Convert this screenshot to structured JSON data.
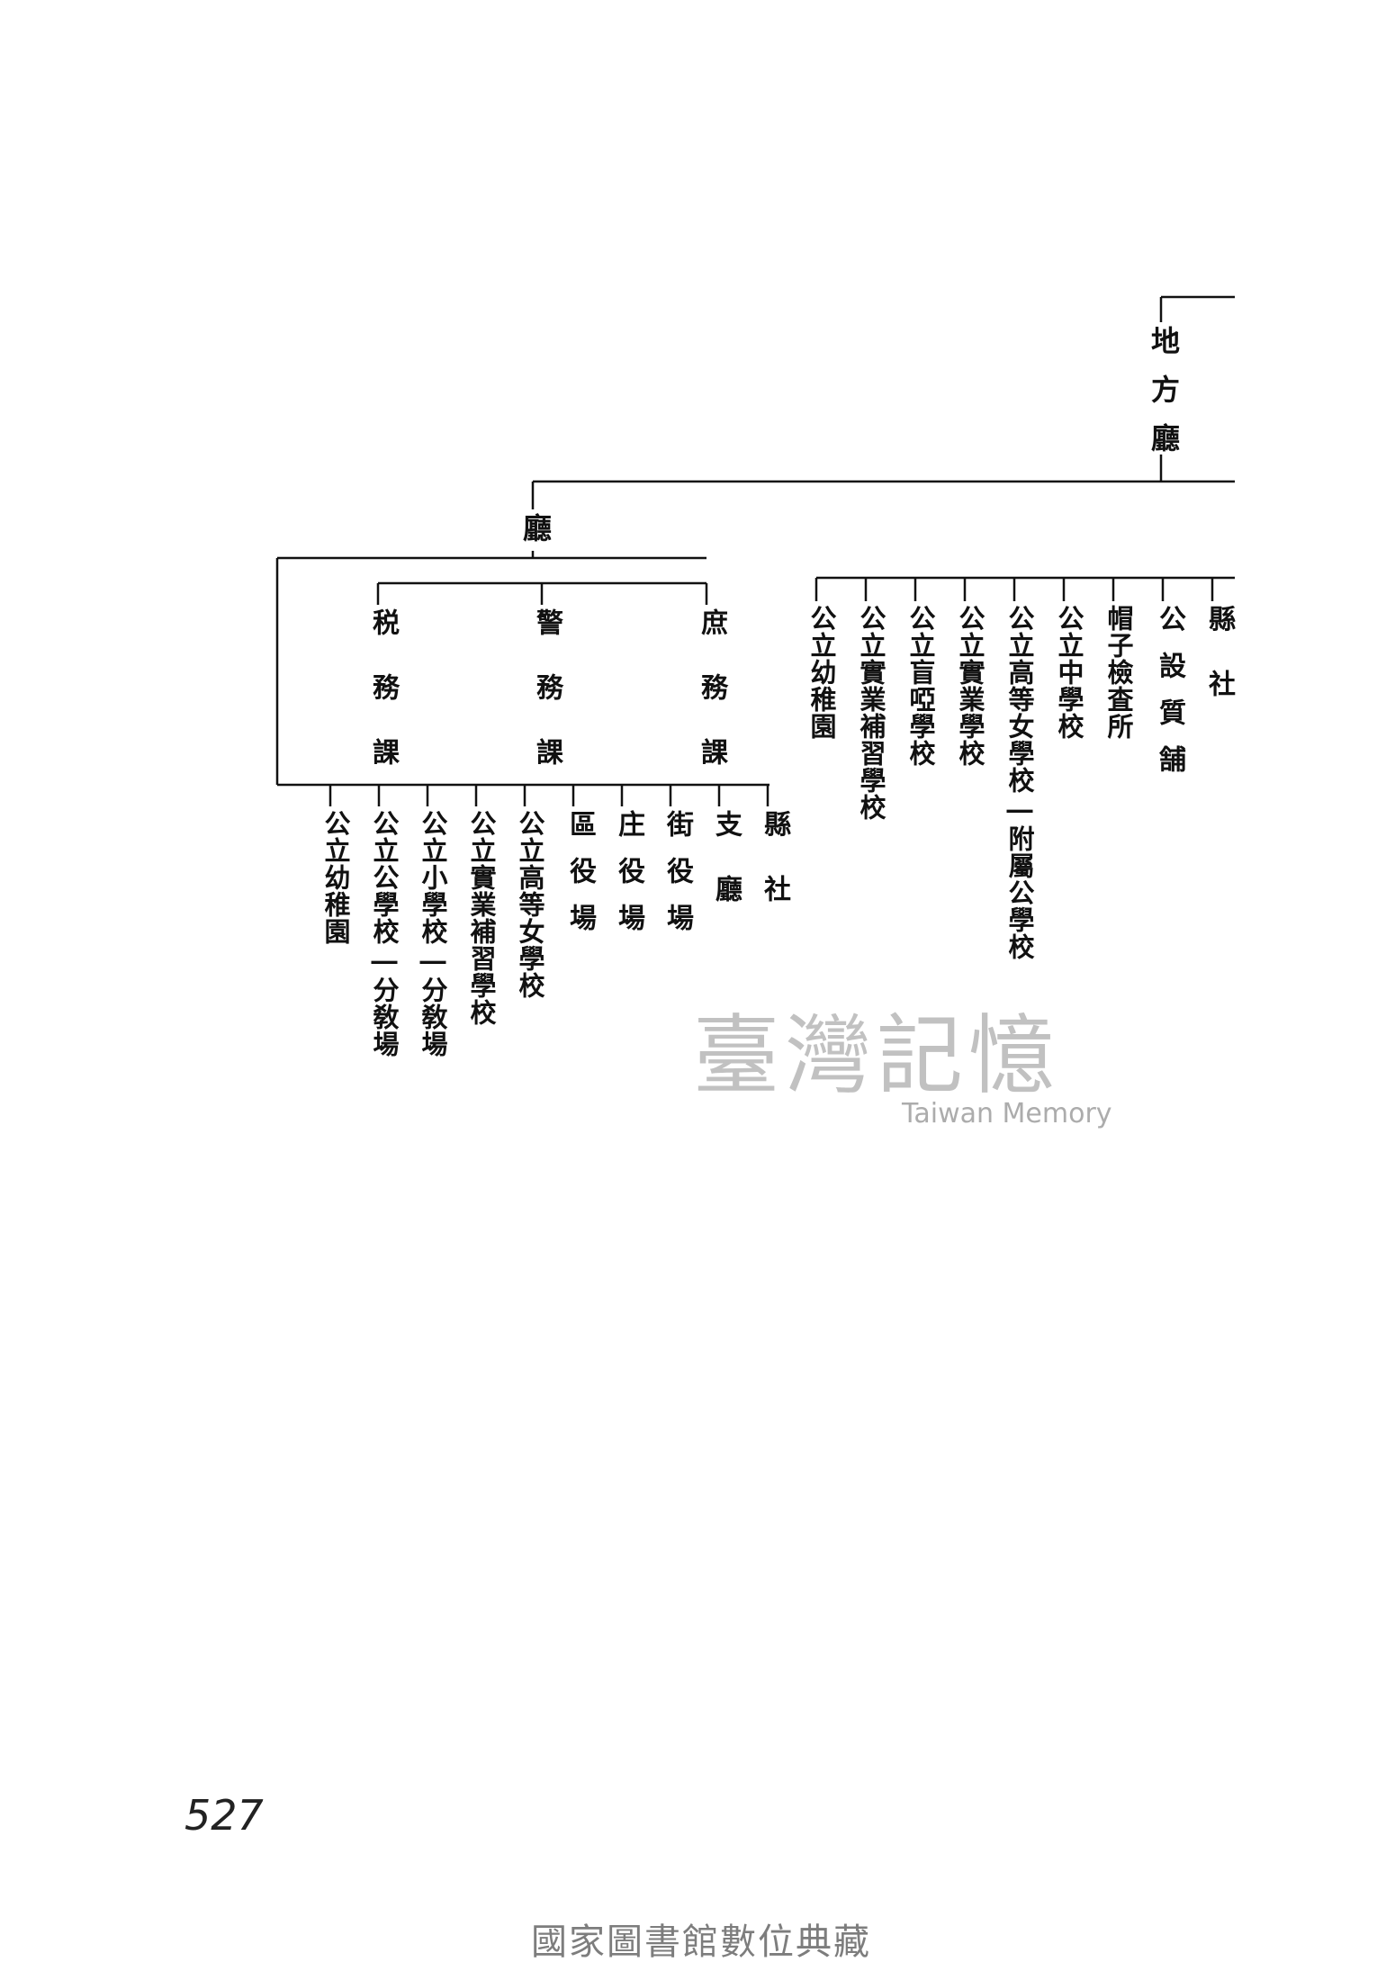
{
  "org": {
    "top": "地方廳",
    "second": "廳",
    "divisions": [
      "庶務課",
      "警務課",
      "税務課"
    ],
    "branch_a": [
      "縣社",
      "公設質舗",
      "帽子檢査所",
      "公立中學校",
      "公立高等女學校―附屬公學校",
      "公立實業學校",
      "公立盲啞學校",
      "公立實業補習學校",
      "公立幼稚園"
    ],
    "branch_b": [
      "縣社",
      "支廳",
      "街役場",
      "庄役場",
      "區役場",
      "公立高等女學校",
      "公立實業補習學校",
      "公立小學校―分敎場",
      "公立公學校―分敎場",
      "公立幼稚園"
    ]
  },
  "watermark": {
    "chinese": "臺灣記憶",
    "english": "Taiwan Memory"
  },
  "page_number": "527",
  "footer": "國家圖書館數位典藏"
}
